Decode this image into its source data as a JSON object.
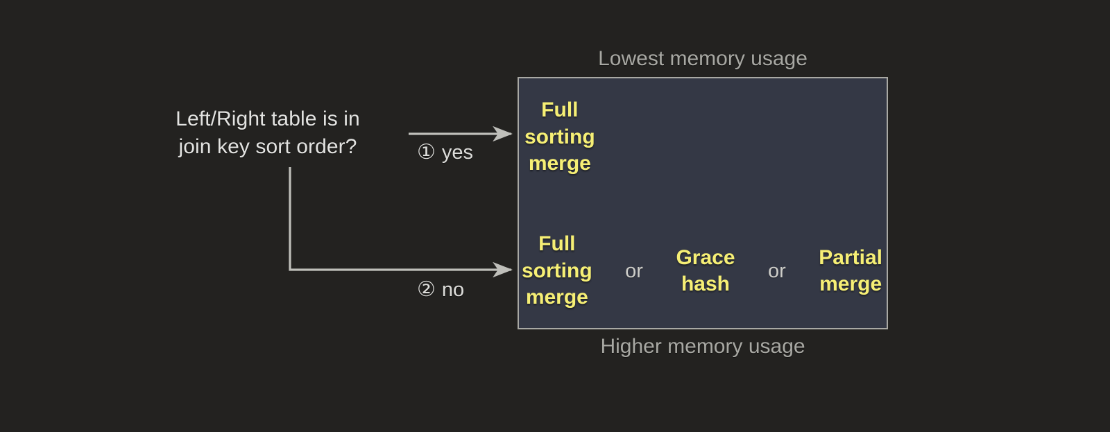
{
  "diagram": {
    "type": "decision-flow",
    "background_color": "#232220",
    "accent_color": "#f6ef75",
    "panel_color": "#343845",
    "question": "Left/Right table is in\njoin key sort order?",
    "branches": [
      {
        "marker": "①",
        "label": "yes"
      },
      {
        "marker": "②",
        "label": "no"
      }
    ],
    "captions": {
      "top": "Lowest memory usage",
      "bottom": "Higher memory usage"
    },
    "conjunction": "or",
    "outcomes": {
      "sorted": [
        {
          "name": "Full\nsorting\nmerge"
        }
      ],
      "unsorted": [
        {
          "name": "Full\nsorting\nmerge"
        },
        {
          "name": "Grace\nhash"
        },
        {
          "name": "Partial\nmerge"
        }
      ]
    }
  }
}
